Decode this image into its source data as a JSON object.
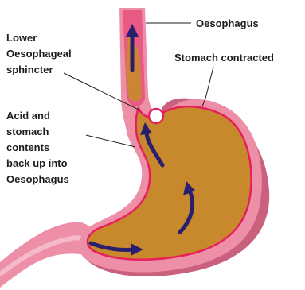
{
  "labels": {
    "oesophagus": "Oesophagus",
    "stomach_contracted": "Stomach contracted",
    "sphincter_lines": [
      "Lower",
      "Oesophageal",
      "sphincter"
    ],
    "acid_lines": [
      "Acid and",
      "stomach",
      "contents",
      "back up into",
      "Oesophagus"
    ]
  },
  "colors": {
    "tissue_pink": "#ee8fa8",
    "tissue_light": "#f6b9c9",
    "lining_red": "#e6205a",
    "contents_brown": "#c8892c",
    "oesophagus_inner": "#e85a84",
    "arrow_navy": "#2a1f6e",
    "outer_wall_dark": "#c9607d"
  }
}
